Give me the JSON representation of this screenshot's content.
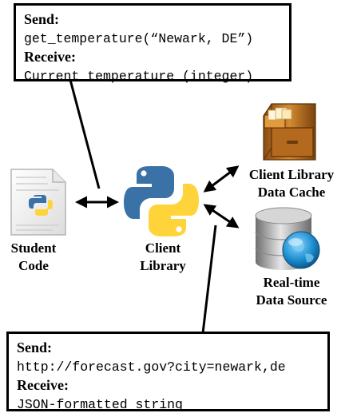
{
  "top_callout": {
    "send_label": "Send:",
    "send_value": "get_temperature(“Newark, DE”)",
    "receive_label": "Receive:",
    "receive_value": "Current temperature (integer)"
  },
  "bottom_callout": {
    "send_label": "Send:",
    "send_value": "http://forecast.gov?city=newark,de",
    "receive_label": "Receive:",
    "receive_value": "JSON-formatted string"
  },
  "nodes": {
    "student_line1": "Student",
    "student_line2": "Code",
    "client_line1": "Client",
    "client_line2": "Library",
    "cache_line1": "Client Library",
    "cache_line2": "Data Cache",
    "source_line1": "Real-time",
    "source_line2": "Data Source"
  },
  "icons": {
    "student": "python-file-icon",
    "client": "python-logo-icon",
    "cache": "file-cabinet-icon",
    "source": "database-globe-icon"
  },
  "colors": {
    "python_blue": "#3a72a8",
    "python_yellow": "#ffd43b",
    "cabinet": "#c47a22",
    "database": "#a8a8a8",
    "globe": "#1d8fd1"
  }
}
